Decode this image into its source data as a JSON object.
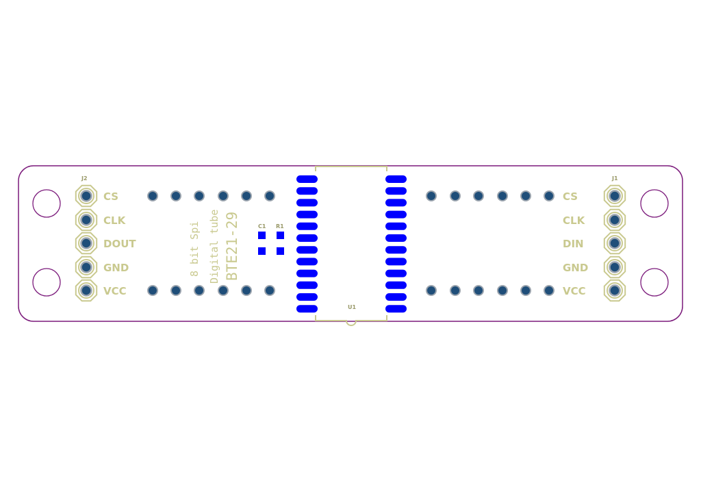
{
  "colors": {
    "outline": "#7b1a7b",
    "silkscreen": "#c9c98f",
    "pad_copper": "#0000ff",
    "via_ring": "#9aa3ad",
    "via_hole": "#1f4e79"
  },
  "connectors": {
    "left": {
      "ref": "J2",
      "labels": [
        "CS",
        "CLK",
        "DOUT",
        "GND",
        "VCC"
      ]
    },
    "right": {
      "ref": "J1",
      "labels": [
        "CS",
        "CLK",
        "DIN",
        "GND",
        "VCC"
      ]
    }
  },
  "components": {
    "c1": {
      "ref": "C1"
    },
    "r1": {
      "ref": "R1"
    },
    "u1": {
      "ref": "U1"
    }
  },
  "board_text": {
    "line1": "8 bit  Spi",
    "line2": "Digital tube",
    "line3": "BTE21-29"
  }
}
